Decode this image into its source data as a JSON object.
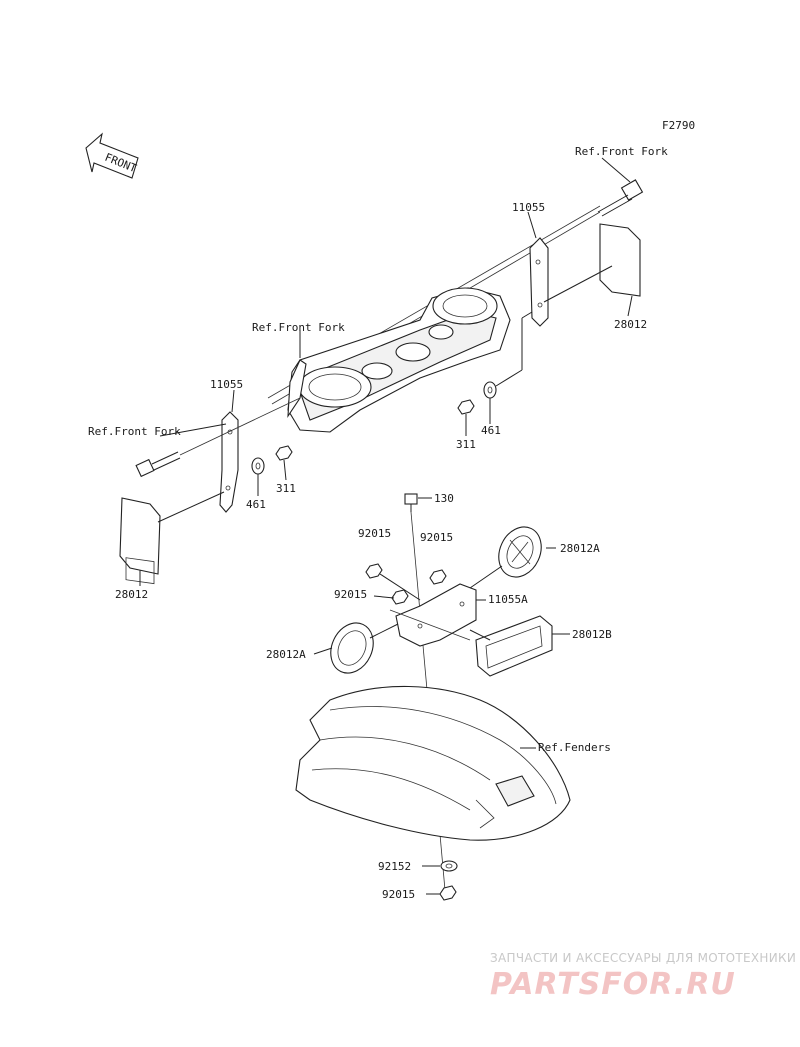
{
  "figure_code": "F2790",
  "front_arrow_label": "FRONT",
  "labels": {
    "ref_front_fork_top": "Ref.Front Fork",
    "ref_front_fork_mid": "Ref.Front Fork",
    "ref_front_fork_left": "Ref.Front Fork",
    "ref_fenders": "Ref.Fenders",
    "part_11055_right": "11055",
    "part_11055_left": "11055",
    "part_28012_right": "28012",
    "part_28012_left": "28012",
    "part_311_right": "311",
    "part_461_right": "461",
    "part_461_left": "461",
    "part_311_left": "311",
    "part_130": "130",
    "part_92015_a": "92015",
    "part_92015_b": "92015",
    "part_92015_c": "92015",
    "part_28012a_right": "28012A",
    "part_11055a": "11055A",
    "part_28012b": "28012B",
    "part_28012a_left": "28012A",
    "part_92152": "92152",
    "part_92015_bottom": "92015"
  },
  "watermark": {
    "line1": "ЗАПЧАСТИ И АКСЕССУАРЫ ДЛЯ МОТОТЕХНИКИ",
    "line2": "PARTSFOR.RU"
  }
}
